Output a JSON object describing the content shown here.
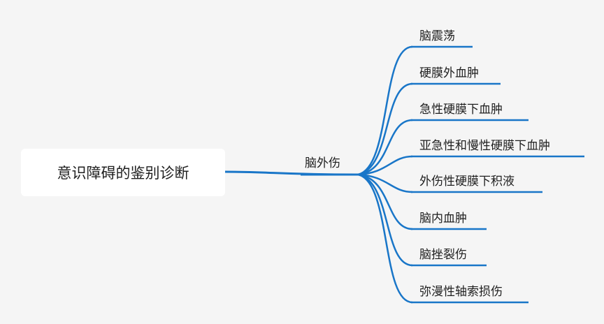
{
  "root": {
    "label": "意识障碍的鉴别诊断"
  },
  "branch": {
    "label": "脑外伤",
    "color": "#1976c8"
  },
  "leaves": [
    {
      "label": "脑震荡"
    },
    {
      "label": "硬膜外血肿"
    },
    {
      "label": "急性硬膜下血肿"
    },
    {
      "label": "亚急性和慢性硬膜下血肿"
    },
    {
      "label": "外伤性硬膜下积液"
    },
    {
      "label": "脑内血肿"
    },
    {
      "label": "脑挫裂伤"
    },
    {
      "label": "弥漫性轴索损伤"
    }
  ]
}
